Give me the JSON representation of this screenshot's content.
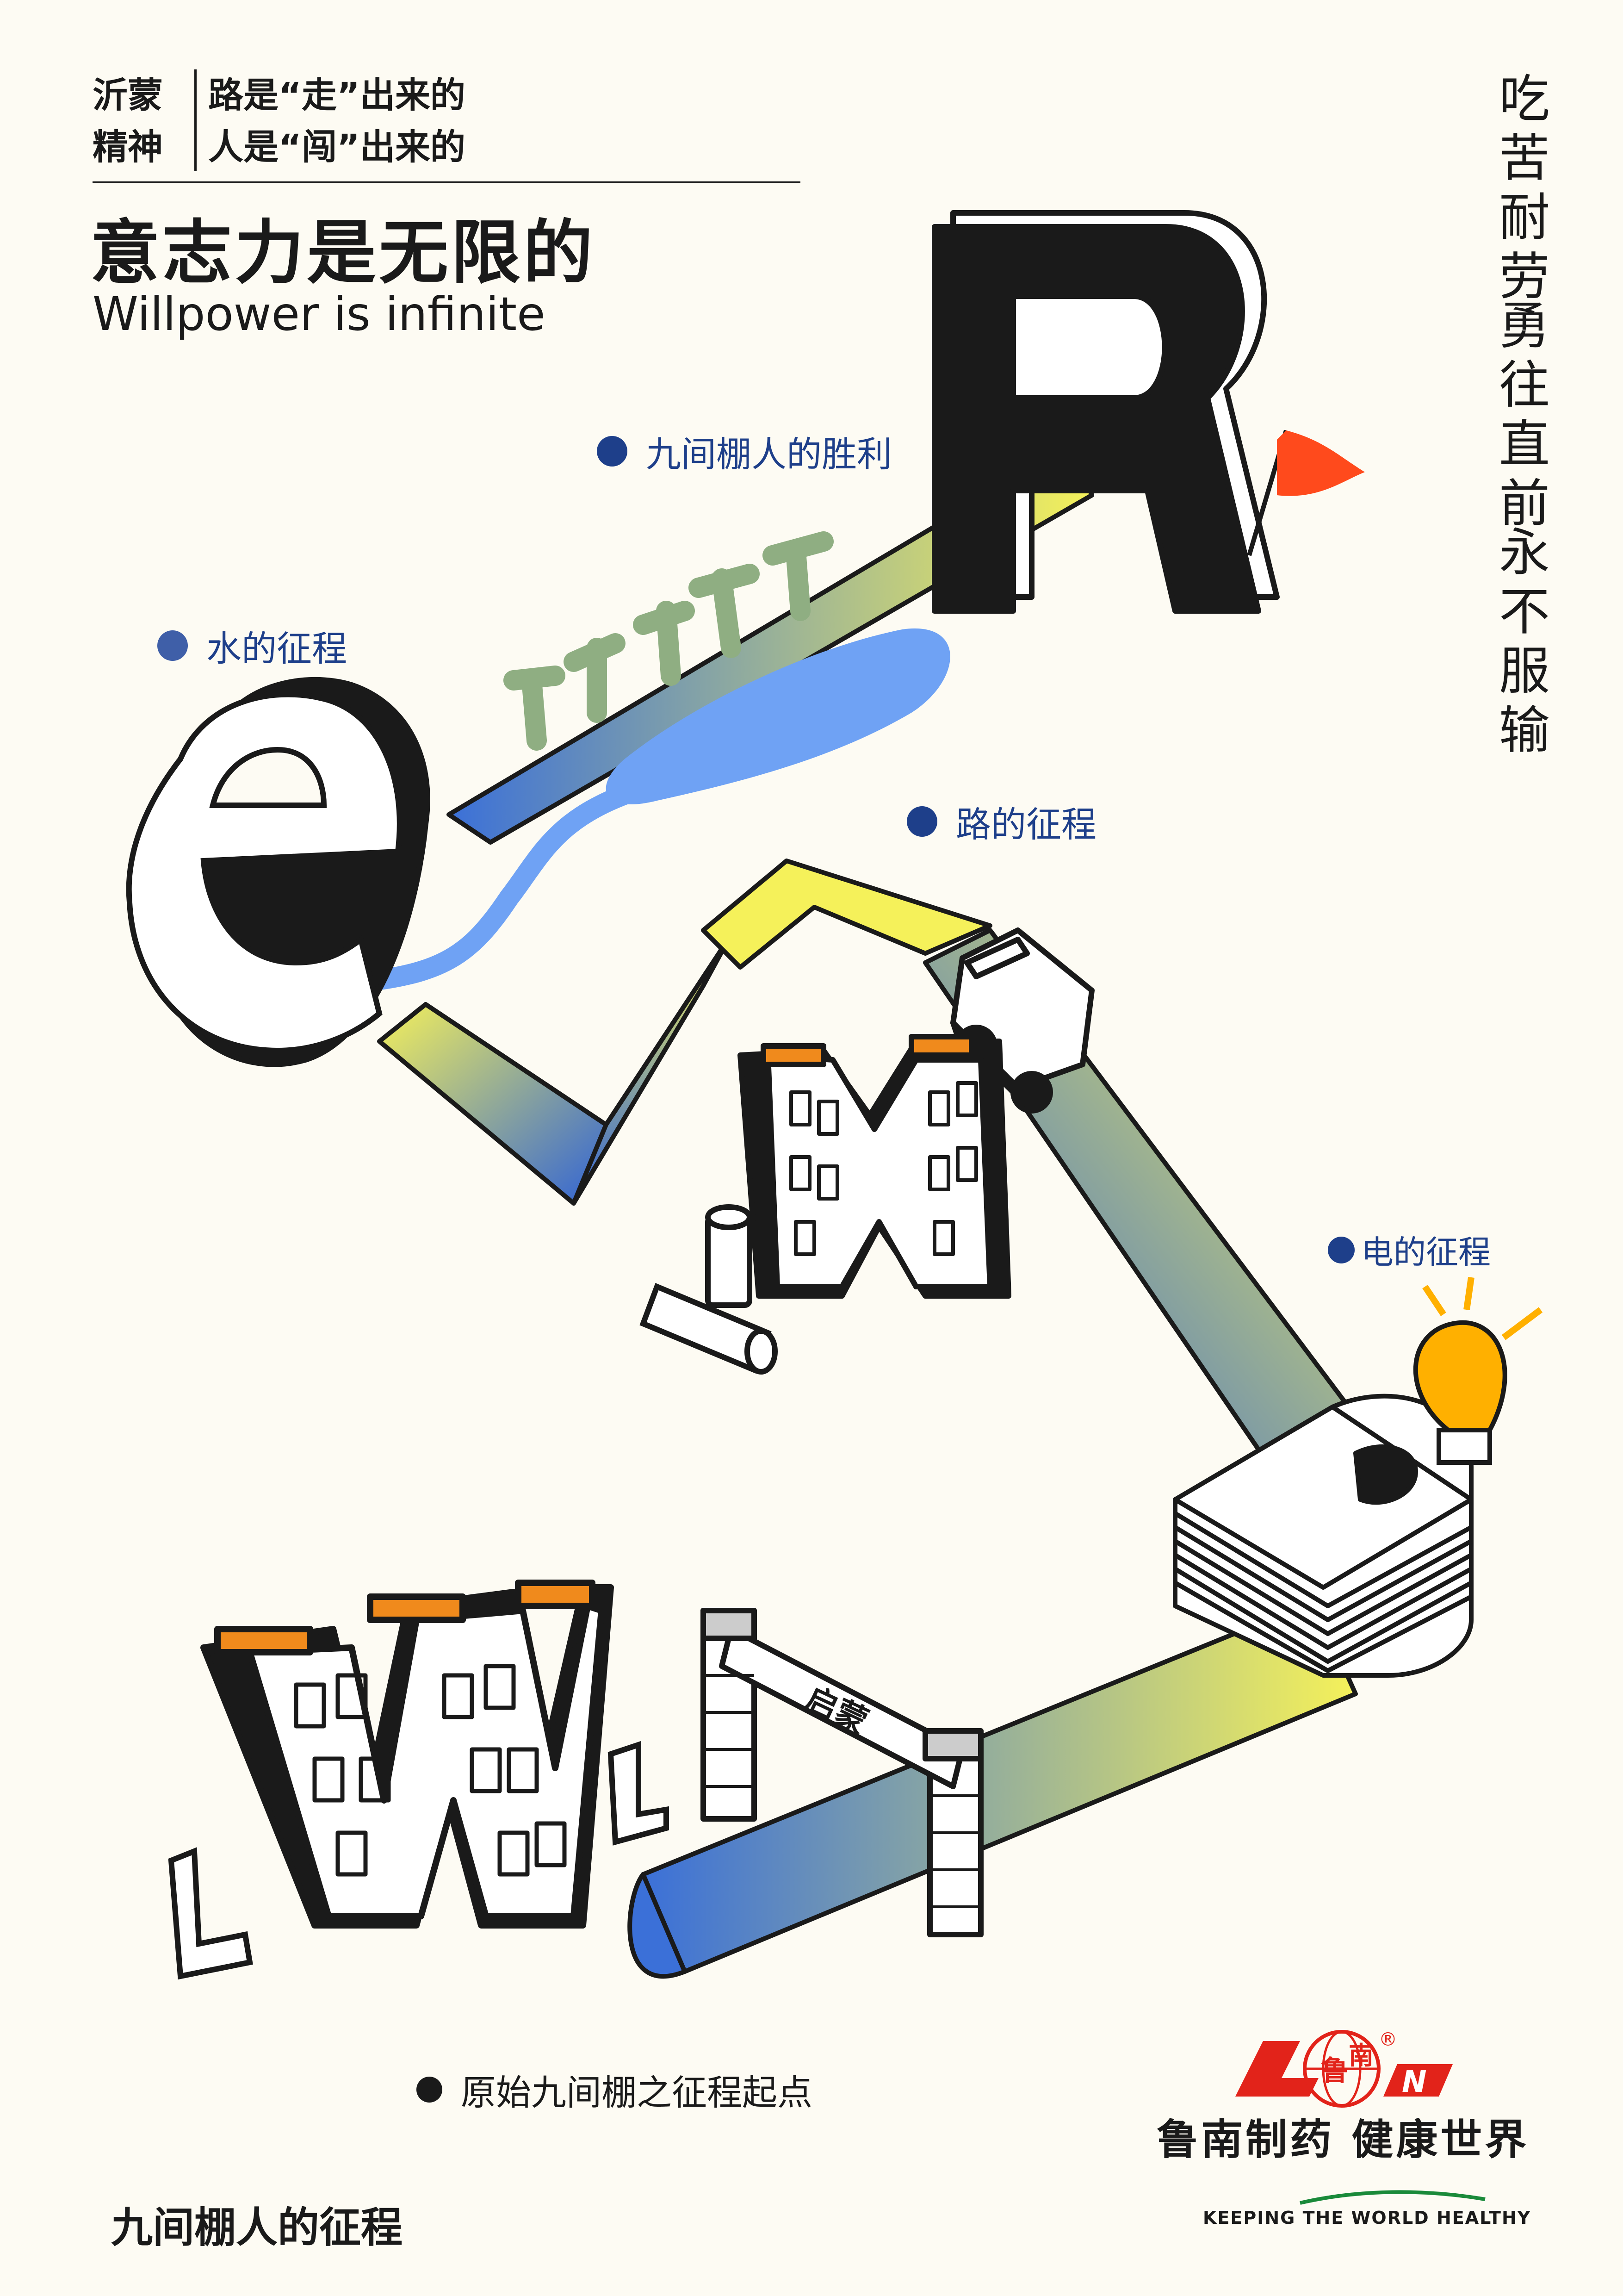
{
  "motto": {
    "left": [
      "沂蒙",
      "精神"
    ],
    "right": [
      "路是“走”出来的",
      "人是“闯”出来的"
    ]
  },
  "title_cn": "意志力是无限的",
  "title_en": "Willpower is infinite",
  "vertical_slogans": [
    "吃苦耐劳",
    "勇往直前",
    "永不服输"
  ],
  "milestones": [
    {
      "label": "九间棚人的胜利"
    },
    {
      "label": "水的征程"
    },
    {
      "label": "路的征程"
    },
    {
      "label": "电的征程"
    },
    {
      "label": "原始九间棚之征程起点"
    }
  ],
  "gate_label": "启蒙",
  "footer_title": "九间棚人的征程",
  "logo": {
    "chars": [
      "鲁",
      "南"
    ],
    "letter": "N",
    "registered": "®",
    "slogan": "鲁南制药 健康世界",
    "tagline": "KEEPING THE WORLD HEALTHY"
  },
  "colors": {
    "background": "#fdfbf3",
    "ink": "#1a1a1a",
    "navy_dot": "#1e3f8a",
    "road_yellow": "#f5f15a",
    "road_blue": "#2f62d6",
    "water": "#6fa2f4",
    "grass": "#8fae82",
    "flag": "#ff4a1c",
    "bulb": "#ffb000",
    "logo_red": "#e2231a",
    "logo_green": "#1a8a3a"
  }
}
